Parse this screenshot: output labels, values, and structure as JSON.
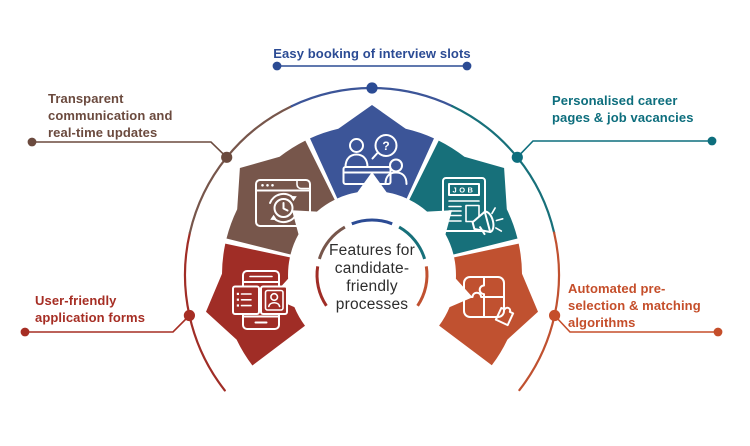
{
  "background": "#ffffff",
  "center": {
    "label": "Features for\ncandidate-\nfriendly\nprocesses",
    "color": "#2d2d2d"
  },
  "segments": [
    {
      "id": "transparent-communication",
      "position": "upper-left",
      "label": "Transparent\ncommunication and\nreal-time updates",
      "wedge_color": "#77564b",
      "accent_color": "#6b4a3e",
      "icon": "realtime-updates-browser-icon"
    },
    {
      "id": "interview-booking",
      "position": "top",
      "label": "Easy booking of interview slots",
      "wedge_color": "#3c5598",
      "accent_color": "#2b4b94",
      "icon": "interview-question-icon",
      "icon_text": "?"
    },
    {
      "id": "career-pages",
      "position": "upper-right",
      "label": "Personalised career\npages & job vacancies",
      "wedge_color": "#17707a",
      "accent_color": "#0d6e7d",
      "icon": "job-ad-megaphone-icon",
      "icon_text": "JOB"
    },
    {
      "id": "application-forms",
      "position": "lower-left",
      "label": "User-friendly\napplication forms",
      "wedge_color": "#a02d26",
      "accent_color": "#a62e24",
      "icon": "mobile-application-form-icon"
    },
    {
      "id": "matching-algorithms",
      "position": "lower-right",
      "label": "Automated pre-\nselection & matching\nalgorithms",
      "wedge_color": "#c05130",
      "accent_color": "#c54e2a",
      "icon": "puzzle-matching-icon"
    }
  ]
}
